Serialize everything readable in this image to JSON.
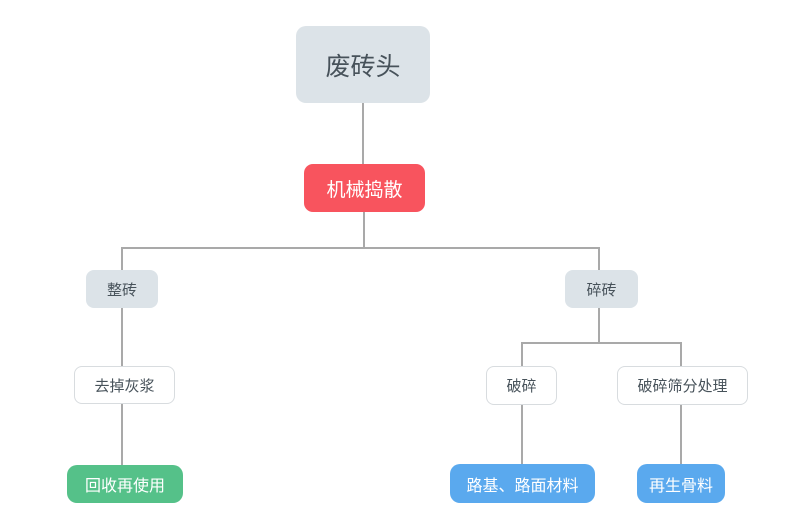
{
  "flowchart": {
    "title_node": "废砖头",
    "nodes": {
      "waste_brick": {
        "label": "废砖头",
        "fill": "#dce3e8"
      },
      "mechanical_break": {
        "label": "机械捣散",
        "fill": "#f8545e"
      },
      "whole_brick": {
        "label": "整砖",
        "fill": "#dce3e8"
      },
      "broken_brick": {
        "label": "碎砖",
        "fill": "#dce3e8"
      },
      "remove_mortar": {
        "label": "去掉灰浆",
        "fill": "#ffffff"
      },
      "crushing": {
        "label": "破碎",
        "fill": "#ffffff"
      },
      "crush_screening": {
        "label": "破碎筛分处理",
        "fill": "#ffffff"
      },
      "recycle_reuse": {
        "label": "回收再使用",
        "fill": "#55c189"
      },
      "road_materials": {
        "label": "路基、路面材料",
        "fill": "#5aa9ee"
      },
      "recycled_aggregate": {
        "label": "再生骨料",
        "fill": "#5aa9ee"
      }
    },
    "edges": [
      {
        "from": "waste_brick",
        "to": "mechanical_break"
      },
      {
        "from": "mechanical_break",
        "to": "whole_brick"
      },
      {
        "from": "mechanical_break",
        "to": "broken_brick"
      },
      {
        "from": "whole_brick",
        "to": "remove_mortar"
      },
      {
        "from": "remove_mortar",
        "to": "recycle_reuse"
      },
      {
        "from": "broken_brick",
        "to": "crushing"
      },
      {
        "from": "broken_brick",
        "to": "crush_screening"
      },
      {
        "from": "crushing",
        "to": "road_materials"
      },
      {
        "from": "crush_screening",
        "to": "recycled_aggregate"
      }
    ],
    "colors": {
      "background": "#ffffff",
      "node_gray_fill": "#dce3e8",
      "node_red_fill": "#f8545e",
      "node_green_fill": "#55c189",
      "node_blue_fill": "#5aa9ee",
      "node_dark_text": "#47525a",
      "node_light_text": "#ffffff",
      "white_node_border": "#d8dcdf",
      "connector_line": "#a9a9a9"
    }
  }
}
